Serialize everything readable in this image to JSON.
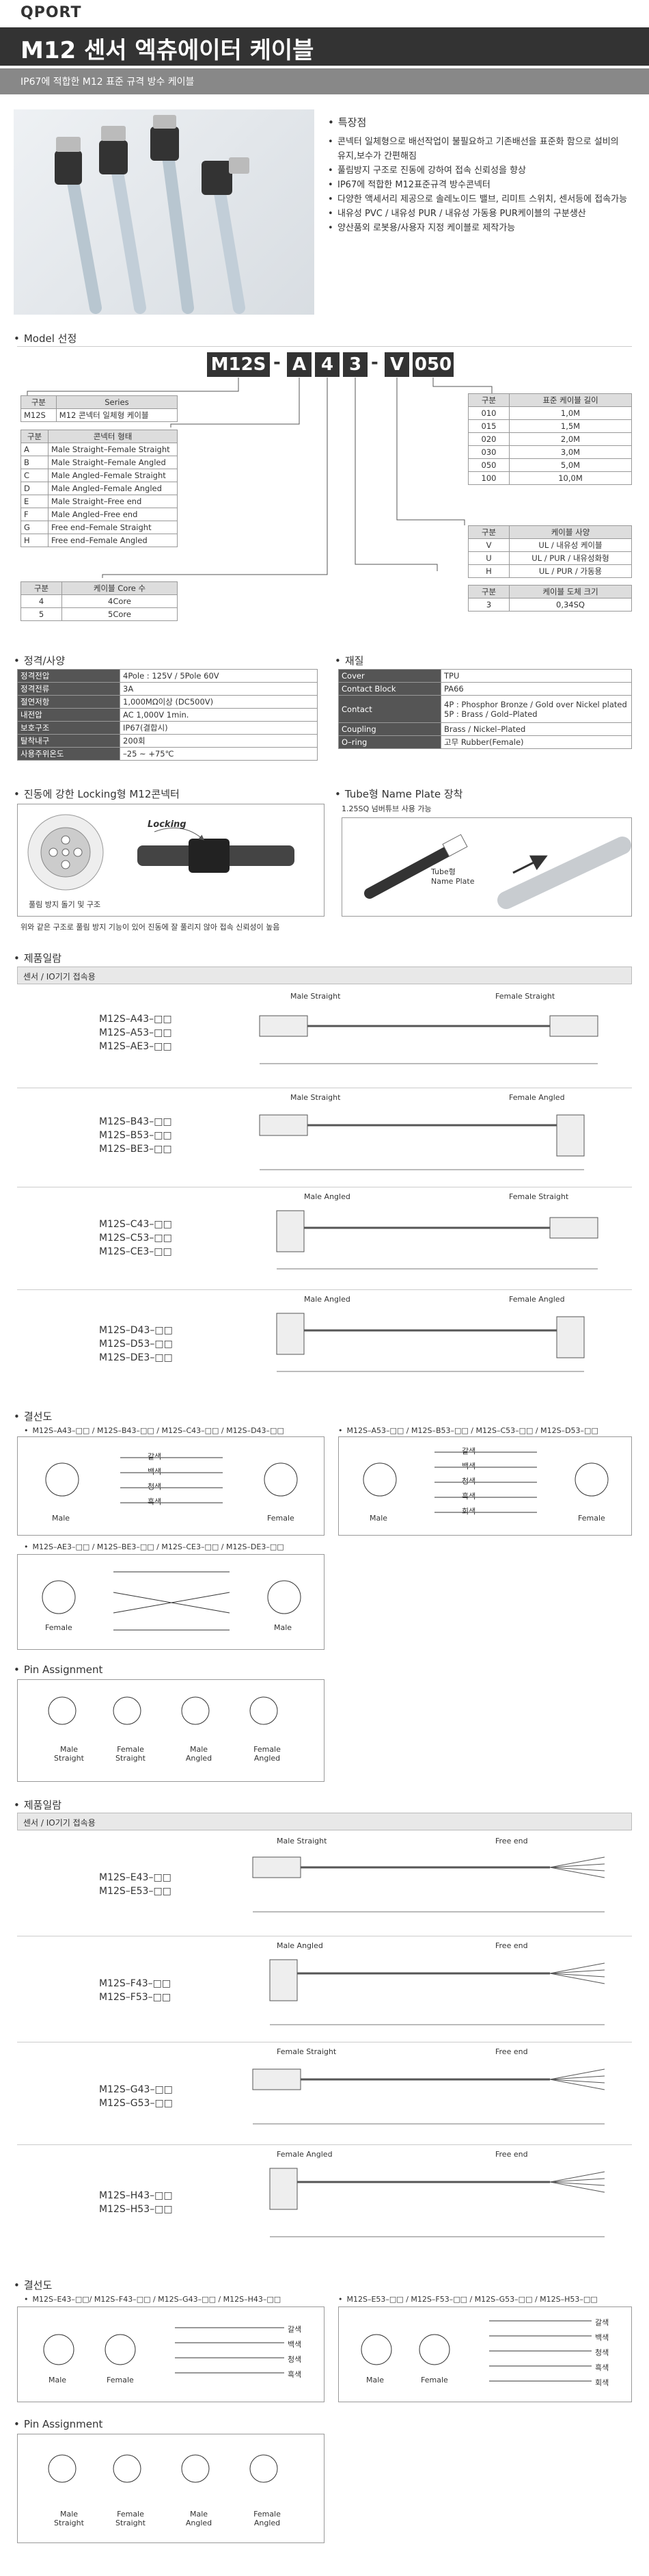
{
  "brand": "QPORT",
  "title": "M12 센서 엑츄에이터 케이블",
  "subtitle": "IP67에 적합한 M12 표준 규격 방수 케이블",
  "features": {
    "heading": "특장점",
    "items": [
      "콘넥터 일체형으로 배선작업이 불필요하고 기존배선을 표준화 함으로 설비의 유지,보수가 간편해짐",
      "풀림방지 구조로 진동에 강하여 접속 신뢰성을 향상",
      "IP67에 적합한 M12표준규격 방수콘넥터",
      "다양한 액세서리 제공으로 솔레노이드 밸브, 리미트 스위치, 센서등에 접속가능",
      "내유성 PVC / 내유성 PUR / 내유성 가동용 PUR케이블의 구분생산",
      "양산품외 로봇용/사용자 지정 케이블로 제작가능"
    ]
  },
  "model": {
    "heading": "Model 선정",
    "codes": [
      "M12S",
      "-",
      "A",
      "4",
      "3",
      "-",
      "V",
      "050"
    ],
    "series": {
      "h": [
        "구분",
        "Series"
      ],
      "rows": [
        [
          "M12S",
          "M12 콘넥터 일체형 케이블"
        ]
      ]
    },
    "form": {
      "h": [
        "구분",
        "콘넥터 형태"
      ],
      "rows": [
        [
          "A",
          "Male Straight–Female Straight"
        ],
        [
          "B",
          "Male Straight–Female Angled"
        ],
        [
          "C",
          "Male Angled–Female Straight"
        ],
        [
          "D",
          "Male Angled–Female Angled"
        ],
        [
          "E",
          "Male Straight–Free end"
        ],
        [
          "F",
          "Male Angled–Free end"
        ],
        [
          "G",
          "Free end–Female Straight"
        ],
        [
          "H",
          "Free end–Female Angled"
        ]
      ]
    },
    "core": {
      "h": [
        "구분",
        "케이블 Core 수"
      ],
      "rows": [
        [
          "4",
          "4Core"
        ],
        [
          "5",
          "5Core"
        ]
      ]
    },
    "length": {
      "h": [
        "구분",
        "표준 케이블 길이"
      ],
      "rows": [
        [
          "010",
          "1,0M"
        ],
        [
          "015",
          "1,5M"
        ],
        [
          "020",
          "2,0M"
        ],
        [
          "030",
          "3,0M"
        ],
        [
          "050",
          "5,0M"
        ],
        [
          "100",
          "10,0M"
        ]
      ]
    },
    "spec": {
      "h": [
        "구분",
        "케이블 사양"
      ],
      "rows": [
        [
          "V",
          "UL / 내유성 케이블"
        ],
        [
          "U",
          "UL / PUR / 내유성화형"
        ],
        [
          "H",
          "UL / PUR / 가동용"
        ]
      ]
    },
    "size": {
      "h": [
        "구분",
        "케이블 도체 크기"
      ],
      "rows": [
        [
          "3",
          "0,34SQ"
        ]
      ]
    }
  },
  "rating": {
    "heading": "정격/사양",
    "rows": [
      [
        "정격전압",
        "4Pole : 125V / 5Pole 60V"
      ],
      [
        "정격전류",
        "3A"
      ],
      [
        "절연저항",
        "1,000MΩ이상 (DC500V)"
      ],
      [
        "내전압",
        "AC 1,000V 1min."
      ],
      [
        "보호구조",
        "IP67(결합시)"
      ],
      [
        "탈착내구",
        "200회"
      ],
      [
        "사용주위온도",
        "–25 ~ +75℃"
      ]
    ]
  },
  "material": {
    "heading": "재질",
    "rows": [
      [
        "Cover",
        "TPU"
      ],
      [
        "Contact Block",
        "PA66"
      ],
      [
        "Contact",
        "4P : Phosphor Bronze / Gold over Nickel plated\n5P : Brass / Gold–Plated"
      ],
      [
        "Coupling",
        "Brass / Nickel–Plated"
      ],
      [
        "O–ring",
        "고무 Rubber(Female)"
      ]
    ]
  },
  "locking": {
    "heading": "진동에 강한 Locking형 M12콘넥터",
    "caption": "풀림 방지 돌기 및 구조",
    "word": "Locking",
    "note": "위와 같은 구조로 풀림 방지 기능이 있어 진동에 잘 풀리지 않아 접속 신뢰성이 높음"
  },
  "tube": {
    "heading": "Tube형 Name Plate 장착",
    "note": "1.25SQ 넘버튜브 사용 가능",
    "label": "Tube형\nName Plate"
  },
  "lineup1": {
    "heading": "제품일람",
    "tab": "센서 / IO기기 접속용",
    "groups": [
      {
        "models": [
          "M12S–A43–□□",
          "M12S–A53–□□",
          "M12S–AE3–□□"
        ],
        "left": "Male Straight",
        "right": "Female Straight"
      },
      {
        "models": [
          "M12S–B43–□□",
          "M12S–B53–□□",
          "M12S–BE3–□□"
        ],
        "left": "Male Straight",
        "right": "Female Angled"
      },
      {
        "models": [
          "M12S–C43–□□",
          "M12S–C53–□□",
          "M12S–CE3–□□"
        ],
        "left": "Male Angled",
        "right": "Female Straight"
      },
      {
        "models": [
          "M12S–D43–□□",
          "M12S–D53–□□",
          "M12S–DE3–□□"
        ],
        "left": "Male Angled",
        "right": "Female Angled"
      }
    ]
  },
  "wiring1": {
    "heading": "결선도",
    "a": "M12S–A43–□□ / M12S–B43–□□ / M12S–C43–□□ / M12S–D43–□□",
    "b": "M12S–A53–□□ / M12S–B53–□□ / M12S–C53–□□ / M12S–D53–□□",
    "c": "M12S–AE3–□□ / M12S–BE3–□□ / M12S–CE3–□□ / M12S–DE3–□□",
    "colors4": [
      "갈색",
      "백색",
      "청색",
      "흑색"
    ],
    "colors5": [
      "갈색",
      "백색",
      "청색",
      "흑색",
      "회색"
    ],
    "male": "Male",
    "female": "Female"
  },
  "pins1": {
    "heading": "Pin Assignment",
    "items": [
      "Male Straight",
      "Female Straight",
      "Male Angled",
      "Female Angled"
    ]
  },
  "lineup2": {
    "heading": "제품일람",
    "tab": "센서 / IO기기 접속용",
    "groups": [
      {
        "models": [
          "M12S–E43–□□",
          "M12S–E53–□□"
        ],
        "left": "Male Straight",
        "right": "Free end"
      },
      {
        "models": [
          "M12S–F43–□□",
          "M12S–F53–□□"
        ],
        "left": "Male Angled",
        "right": "Free end"
      },
      {
        "models": [
          "M12S–G43–□□",
          "M12S–G53–□□"
        ],
        "left": "Female Straight",
        "right": "Free end"
      },
      {
        "models": [
          "M12S–H43–□□",
          "M12S–H53–□□"
        ],
        "left": "Female Angled",
        "right": "Free end"
      }
    ]
  },
  "wiring2": {
    "heading": "결선도",
    "a": "M12S–E43–□□/ M12S–F43–□□ / M12S–G43–□□ / M12S–H43–□□",
    "b": "M12S–E53–□□ / M12S–F53–□□ / M12S–G53–□□ / M12S–H53–□□",
    "male": "Male",
    "female": "Female"
  },
  "pins2": {
    "heading": "Pin Assignment",
    "items": [
      "Male Straight",
      "Female Straight",
      "Male Angled",
      "Female Angled"
    ]
  }
}
